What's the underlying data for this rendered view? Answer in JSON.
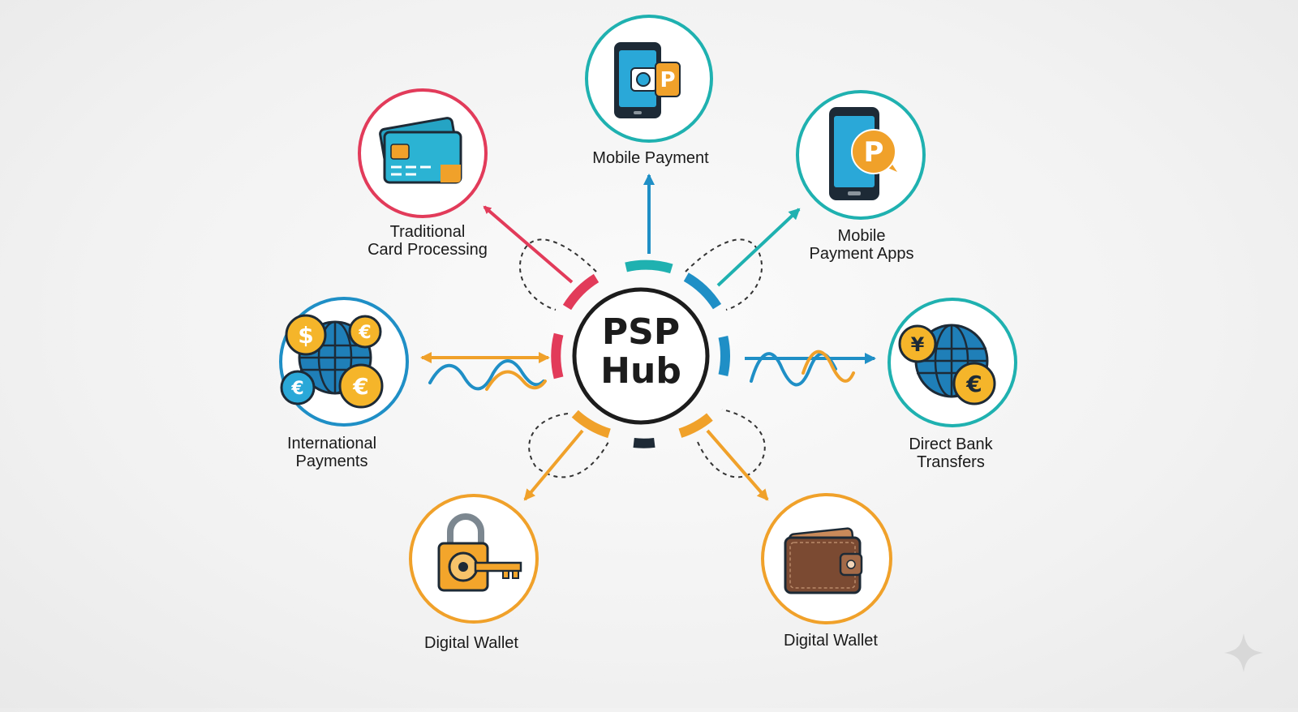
{
  "diagram": {
    "hub": {
      "line1": "PSP",
      "line2": "Hub"
    },
    "colors": {
      "red": "#e23b5a",
      "blue": "#1f8fc6",
      "teal": "#1fb1b0",
      "orange": "#f0a12a",
      "dark": "#1e2a36"
    },
    "nodes": [
      {
        "id": "mobile-payment",
        "icon": "phone-p-icon",
        "lines": [
          "Mobile Payment"
        ]
      },
      {
        "id": "mobile-payment-apps",
        "icon": "phone-p-bubble-icon",
        "lines": [
          "Mobile",
          "Payment Apps"
        ]
      },
      {
        "id": "direct-bank-transfers",
        "icon": "globe-yen-euro-icon",
        "lines": [
          "Direct Bank",
          "Transfers"
        ]
      },
      {
        "id": "digital-wallet-right",
        "icon": "wallet-icon",
        "lines": [
          "Digital Wallet"
        ]
      },
      {
        "id": "digital-wallet-left",
        "icon": "padlock-key-icon",
        "lines": [
          "Digital Wallet"
        ]
      },
      {
        "id": "international-payments",
        "icon": "globe-coins-icon",
        "lines": [
          "International",
          "Payments"
        ]
      },
      {
        "id": "traditional-card-processing",
        "icon": "credit-cards-icon",
        "lines": [
          "Traditional",
          "Card Processing"
        ]
      }
    ]
  }
}
